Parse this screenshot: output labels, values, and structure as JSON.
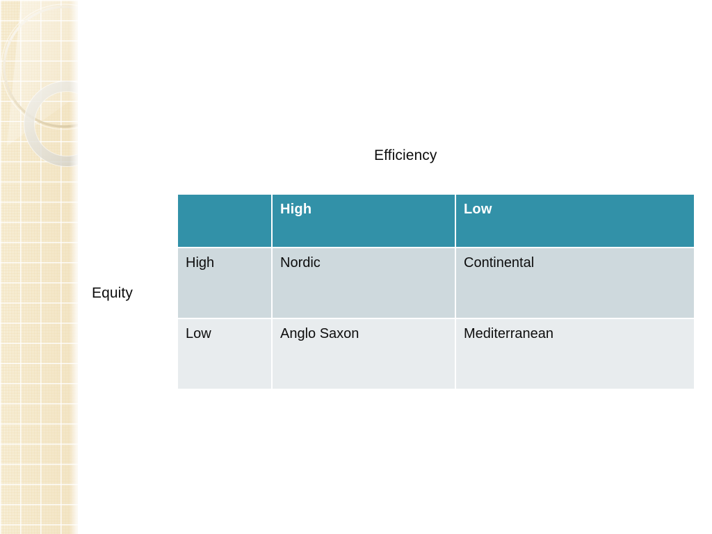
{
  "slide": {
    "background_color": "#ffffff",
    "axis_labels": {
      "column_axis": "Efficiency",
      "row_axis": "Equity"
    }
  },
  "decoration": {
    "sidebar_name": "grid-paper-rings-sidebar",
    "texture_color": "#f4e8cb",
    "ring_color": "#e3d7bb",
    "ring_color_gray": "#d8d8d3"
  },
  "matrix": {
    "header_color": "#3291a8",
    "row_color_a": "#ced9dd",
    "row_color_b": "#e8ecee",
    "corner_label": "",
    "column_headers": [
      "High",
      "Low"
    ],
    "row_headers": [
      "High",
      "Low"
    ],
    "rows": [
      {
        "header": "High",
        "cells": [
          "Nordic",
          "Continental"
        ]
      },
      {
        "header": "Low",
        "cells": [
          "Anglo Saxon",
          "Mediterranean"
        ]
      }
    ]
  }
}
